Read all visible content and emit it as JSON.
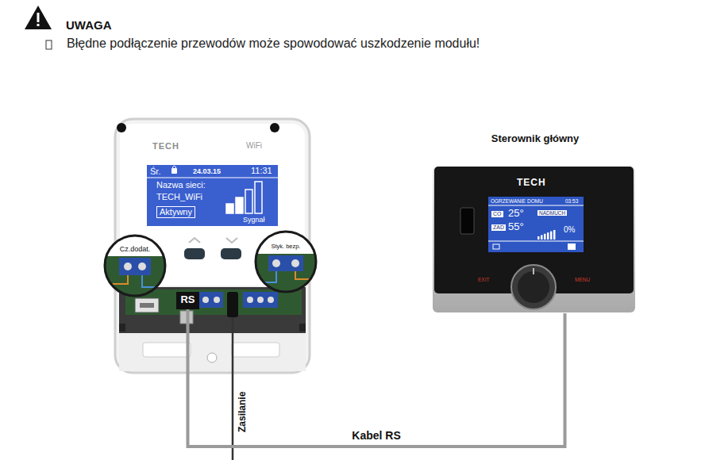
{
  "diagram": {
    "title": "UWAGA",
    "nodes": [
      {
        "text": [
          "TECH",
          "WiFi"
        ]
      },
      {
        "text": [
          "Śr.",
          "24.03.15",
          "11:31",
          "Nazwa sieci:",
          "TECH_WiFi",
          "Aktywny",
          "Sygnał"
        ],
        "in": 0
      },
      {
        "text": [
          "Cz.dodat."
        ]
      },
      {
        "text": [
          "Styk. bezp."
        ]
      },
      {
        "text": [
          "RS"
        ],
        "in": 0
      },
      {
        "text": [
          "Sterownik główny",
          "TECH",
          "EXIT",
          "MENU"
        ]
      },
      {
        "text": [
          "OGRZEWANIE DOMU",
          "03:53",
          "CO",
          "25°",
          "ZAD",
          "55°",
          "NADMUCH",
          "0%"
        ],
        "in": 5
      }
    ],
    "edges": [
      {
        "from": 4,
        "to": 5,
        "label": "Kabel RS",
        "arrow": "none"
      }
    ],
    "labels": [
      "Błędne podłączenie przewodów może spowodować uszkodzenie modułu!",
      "Zasilanie"
    ]
  }
}
